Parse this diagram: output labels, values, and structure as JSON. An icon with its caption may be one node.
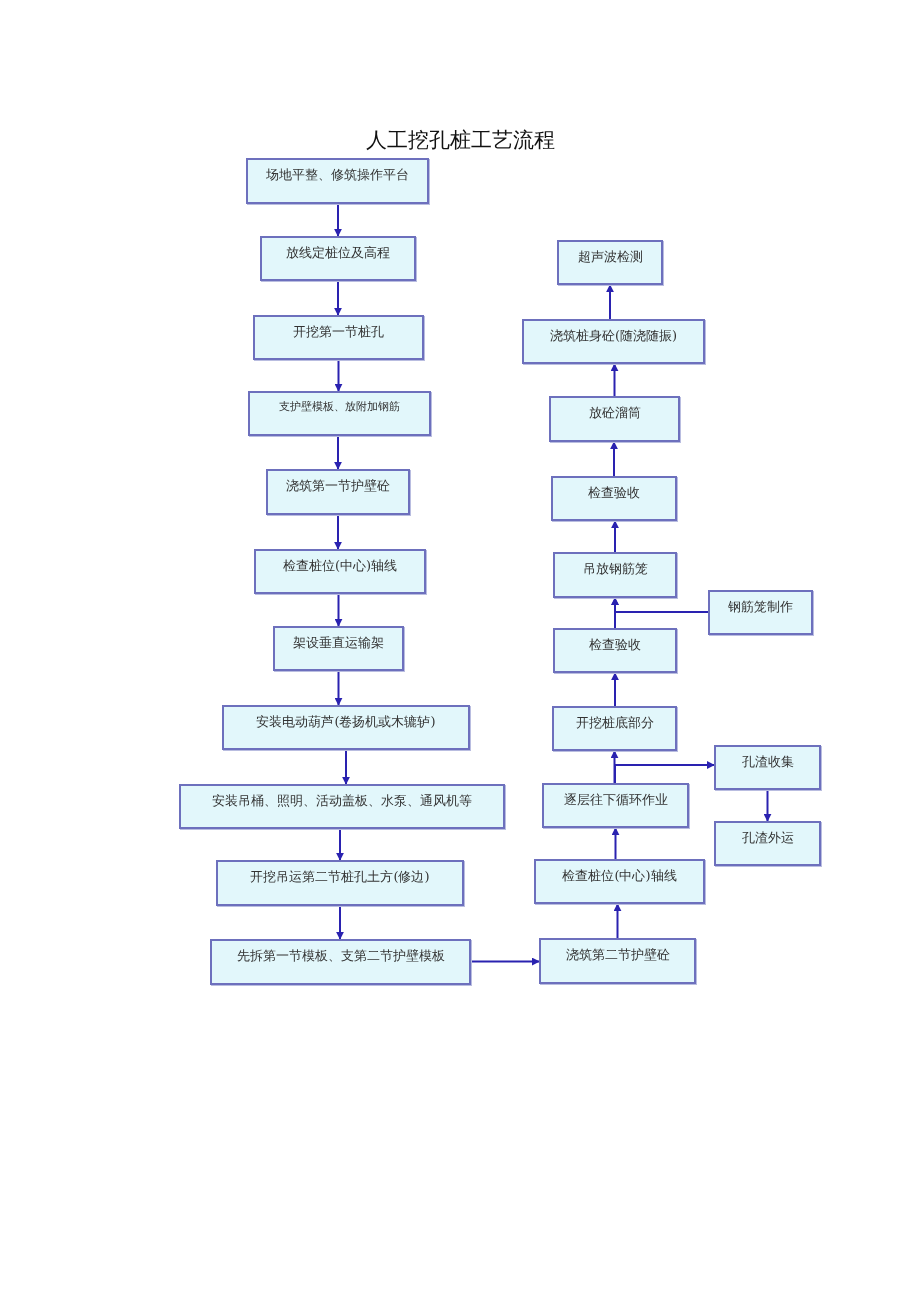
{
  "diagram": {
    "title": "人工挖孔桩工艺流程",
    "nodes": [
      {
        "text": [
          "场地平整、修筑操作平台"
        ]
      },
      {
        "text": [
          "放线定桩位及高程"
        ]
      },
      {
        "text": [
          "开挖第一节桩孔"
        ]
      },
      {
        "text": [
          "支护壁模板、放附加钢筋"
        ]
      },
      {
        "text": [
          "浇筑第一节护壁砼"
        ]
      },
      {
        "text": [
          "检查桩位(中心)轴线"
        ]
      },
      {
        "text": [
          "架设垂直运输架"
        ]
      },
      {
        "text": [
          "安装电动葫芦(卷扬机或木辘轳)"
        ]
      },
      {
        "text": [
          "安装吊桶、照明、活动盖板、水泵、通风机等"
        ]
      },
      {
        "text": [
          "开挖吊运第二节桩孔土方(修边)"
        ]
      },
      {
        "text": [
          "先拆第一节模板、支第二节护壁模板"
        ]
      },
      {
        "text": [
          "浇筑第二节护壁砼"
        ]
      },
      {
        "text": [
          "检查桩位(中心)轴线"
        ]
      },
      {
        "text": [
          "逐层往下循环作业"
        ]
      },
      {
        "text": [
          "开挖桩底部分"
        ]
      },
      {
        "text": [
          "检查验收"
        ]
      },
      {
        "text": [
          "吊放钢筋笼"
        ]
      },
      {
        "text": [
          "检查验收"
        ]
      },
      {
        "text": [
          "放砼溜筒"
        ]
      },
      {
        "text": [
          "浇筑桩身砼(随浇随振)"
        ]
      },
      {
        "text": [
          "超声波检测"
        ]
      },
      {
        "text": [
          "钢筋笼制作"
        ]
      },
      {
        "text": [
          "孔渣收集"
        ]
      },
      {
        "text": [
          "孔渣外运"
        ]
      }
    ],
    "edges": [
      {
        "from": 0,
        "to": 1,
        "arrow": "to"
      },
      {
        "from": 1,
        "to": 2,
        "arrow": "to"
      },
      {
        "from": 2,
        "to": 3,
        "arrow": "to"
      },
      {
        "from": 3,
        "to": 4,
        "arrow": "to"
      },
      {
        "from": 4,
        "to": 5,
        "arrow": "to"
      },
      {
        "from": 5,
        "to": 6,
        "arrow": "to"
      },
      {
        "from": 6,
        "to": 7,
        "arrow": "to"
      },
      {
        "from": 7,
        "to": 8,
        "arrow": "to"
      },
      {
        "from": 8,
        "to": 9,
        "arrow": "to"
      },
      {
        "from": 9,
        "to": 10,
        "arrow": "to"
      },
      {
        "from": 10,
        "to": 11,
        "arrow": "to"
      },
      {
        "from": 11,
        "to": 12,
        "arrow": "to"
      },
      {
        "from": 12,
        "to": 13,
        "arrow": "to"
      },
      {
        "from": 13,
        "to": 14,
        "arrow": "to"
      },
      {
        "from": 14,
        "to": 15,
        "arrow": "to"
      },
      {
        "from": 15,
        "to": 16,
        "arrow": "to"
      },
      {
        "from": 16,
        "to": 17,
        "arrow": "to"
      },
      {
        "from": 17,
        "to": 18,
        "arrow": "to"
      },
      {
        "from": 18,
        "to": 19,
        "arrow": "to"
      },
      {
        "from": 19,
        "to": 20,
        "arrow": "to"
      },
      {
        "from": 21,
        "to": 16,
        "arrow": "to"
      },
      {
        "from": 13,
        "to": 22,
        "arrow": "to"
      },
      {
        "from": 22,
        "to": 23,
        "arrow": "to"
      }
    ]
  }
}
